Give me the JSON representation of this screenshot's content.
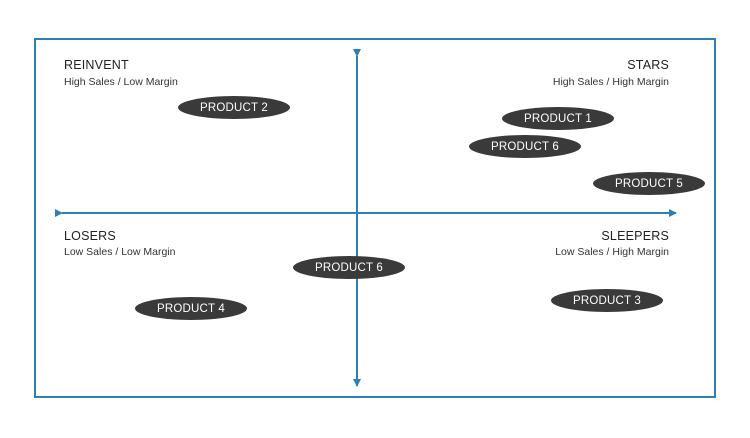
{
  "quadrants": {
    "top_left": {
      "title": "REINVENT",
      "subtitle": "High Sales / Low Margin"
    },
    "top_right": {
      "title": "STARS",
      "subtitle": "High Sales / High Margin"
    },
    "bottom_left": {
      "title": "LOSERS",
      "subtitle": "Low Sales / Low Margin"
    },
    "bottom_right": {
      "title": "SLEEPERS",
      "subtitle": "Low Sales / High Margin"
    }
  },
  "products": [
    {
      "label": "PRODUCT 2"
    },
    {
      "label": "PRODUCT 1"
    },
    {
      "label": "PRODUCT 6"
    },
    {
      "label": "PRODUCT 5"
    },
    {
      "label": "PRODUCT 6"
    },
    {
      "label": "PRODUCT 4"
    },
    {
      "label": "PRODUCT 3"
    }
  ],
  "colors": {
    "frame": "#2f7fb2",
    "axis": "#2f7fb2",
    "pill": "#3a3a3a",
    "pill_text": "#ffffff"
  }
}
